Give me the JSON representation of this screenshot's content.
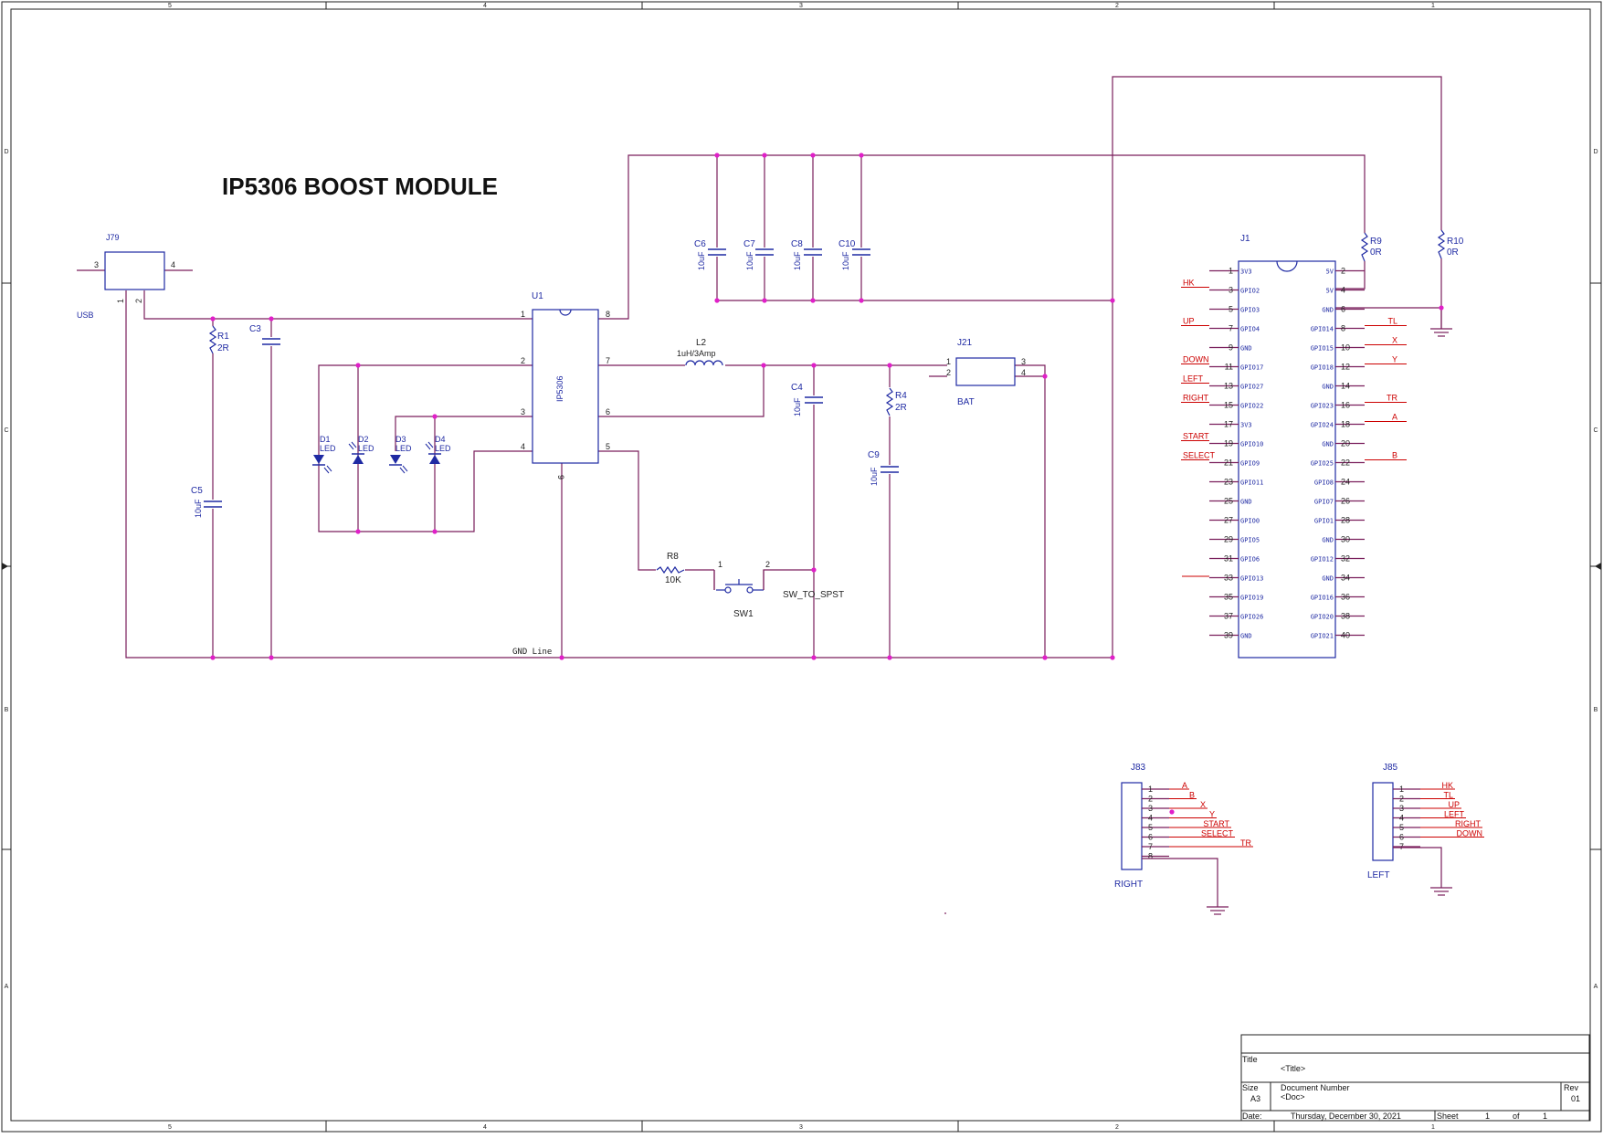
{
  "title": "IP5306 BOOST MODULE",
  "zones": {
    "columns": [
      "5",
      "4",
      "3",
      "2",
      "1"
    ],
    "rows": [
      "D",
      "C",
      "B",
      "A"
    ]
  },
  "colors": {
    "wire": "#7a1f5c",
    "component": "#1f2aa3",
    "net_label": "#cc0000",
    "junction": "#e020c8",
    "frame": "#222222"
  },
  "components": {
    "J79": {
      "ref": "J79",
      "name": "USB",
      "pins": [
        "3",
        "4",
        "1",
        "2"
      ]
    },
    "U1": {
      "ref": "U1",
      "part": "IP5306",
      "pins_left": [
        "1",
        "2",
        "3",
        "4"
      ],
      "pins_right": [
        "8",
        "7",
        "6",
        "5"
      ],
      "pin_bottom": "9"
    },
    "R1": {
      "ref": "R1",
      "value": "2R"
    },
    "C3": {
      "ref": "C3"
    },
    "C5": {
      "ref": "C5",
      "value": "10uF"
    },
    "LEDs": [
      {
        "ref": "D1",
        "value": "LED"
      },
      {
        "ref": "D2",
        "value": "LED"
      },
      {
        "ref": "D3",
        "value": "LED"
      },
      {
        "ref": "D4",
        "value": "LED"
      }
    ],
    "L2": {
      "ref": "L2",
      "value": "1uH/3Amp"
    },
    "C4": {
      "ref": "C4",
      "value": "10uF"
    },
    "R4": {
      "ref": "R4",
      "value": "2R"
    },
    "C9": {
      "ref": "C9",
      "value": "10uF"
    },
    "J21": {
      "ref": "J21",
      "name": "BAT",
      "pins": [
        "1",
        "2",
        "3",
        "4"
      ]
    },
    "R8": {
      "ref": "R8",
      "value": "10K"
    },
    "SW1": {
      "ref": "SW1",
      "value": "SW_TO_SPST",
      "pins": [
        "1",
        "2"
      ]
    },
    "out_caps": [
      {
        "ref": "C6",
        "value": "10uF"
      },
      {
        "ref": "C7",
        "value": "10uF"
      },
      {
        "ref": "C8",
        "value": "10uF"
      },
      {
        "ref": "C10",
        "value": "10uF"
      }
    ],
    "R9": {
      "ref": "R9",
      "value": "0R"
    },
    "R10": {
      "ref": "R10",
      "value": "0R"
    },
    "gnd_line": "GND Line"
  },
  "J1": {
    "ref": "J1",
    "rows": [
      {
        "lp": "1",
        "ll": "3V3",
        "rl": "5V",
        "rp": "2",
        "lnet": "",
        "rnet": ""
      },
      {
        "lp": "3",
        "ll": "GPIO2",
        "rl": "5V",
        "rp": "4",
        "lnet": "HK",
        "rnet": ""
      },
      {
        "lp": "5",
        "ll": "GPIO3",
        "rl": "GND",
        "rp": "6",
        "lnet": "",
        "rnet": ""
      },
      {
        "lp": "7",
        "ll": "GPIO4",
        "rl": "GPIO14",
        "rp": "8",
        "lnet": "UP",
        "rnet": "TL"
      },
      {
        "lp": "9",
        "ll": "GND",
        "rl": "GPIO15",
        "rp": "10",
        "lnet": "",
        "rnet": "X"
      },
      {
        "lp": "11",
        "ll": "GPIO17",
        "rl": "GPIO18",
        "rp": "12",
        "lnet": "DOWN",
        "rnet": "Y"
      },
      {
        "lp": "13",
        "ll": "GPIO27",
        "rl": "GND",
        "rp": "14",
        "lnet": "LEFT",
        "rnet": ""
      },
      {
        "lp": "15",
        "ll": "GPIO22",
        "rl": "GPIO23",
        "rp": "16",
        "lnet": "RIGHT",
        "rnet": "TR"
      },
      {
        "lp": "17",
        "ll": "3V3",
        "rl": "GPIO24",
        "rp": "18",
        "lnet": "",
        "rnet": "A"
      },
      {
        "lp": "19",
        "ll": "GPIO10",
        "rl": "GND",
        "rp": "20",
        "lnet": "START",
        "rnet": ""
      },
      {
        "lp": "21",
        "ll": "GPIO9",
        "rl": "GPIO25",
        "rp": "22",
        "lnet": "SELECT",
        "rnet": "B"
      },
      {
        "lp": "23",
        "ll": "GPIO11",
        "rl": "GPIO8",
        "rp": "24",
        "lnet": "",
        "rnet": ""
      },
      {
        "lp": "25",
        "ll": "GND",
        "rl": "GPIO7",
        "rp": "26",
        "lnet": "",
        "rnet": ""
      },
      {
        "lp": "27",
        "ll": "GPIO0",
        "rl": "GPIO1",
        "rp": "28",
        "lnet": "",
        "rnet": ""
      },
      {
        "lp": "29",
        "ll": "GPIO5",
        "rl": "GND",
        "rp": "30",
        "lnet": "",
        "rnet": ""
      },
      {
        "lp": "31",
        "ll": "GPIO6",
        "rl": "GPIO12",
        "rp": "32",
        "lnet": "",
        "rnet": ""
      },
      {
        "lp": "33",
        "ll": "GPIO13",
        "rl": "GND",
        "rp": "34",
        "lnet": "",
        "rnet": ""
      },
      {
        "lp": "35",
        "ll": "GPIO19",
        "rl": "GPIO16",
        "rp": "36",
        "lnet": "",
        "rnet": ""
      },
      {
        "lp": "37",
        "ll": "GPIO26",
        "rl": "GPIO20",
        "rp": "38",
        "lnet": "",
        "rnet": ""
      },
      {
        "lp": "39",
        "ll": "GND",
        "rl": "GPIO21",
        "rp": "40",
        "lnet": "",
        "rnet": ""
      }
    ]
  },
  "J83": {
    "ref": "J83",
    "name": "RIGHT",
    "pins": [
      {
        "pin": "1",
        "net": "A"
      },
      {
        "pin": "2",
        "net": "B"
      },
      {
        "pin": "3",
        "net": "X"
      },
      {
        "pin": "4",
        "net": "Y"
      },
      {
        "pin": "5",
        "net": "START"
      },
      {
        "pin": "6",
        "net": "SELECT"
      },
      {
        "pin": "7",
        "net": "TR"
      },
      {
        "pin": "8",
        "net": ""
      }
    ]
  },
  "J85": {
    "ref": "J85",
    "name": "LEFT",
    "pins": [
      {
        "pin": "1",
        "net": "HK"
      },
      {
        "pin": "2",
        "net": "TL"
      },
      {
        "pin": "3",
        "net": "UP"
      },
      {
        "pin": "4",
        "net": "LEFT"
      },
      {
        "pin": "5",
        "net": "RIGHT"
      },
      {
        "pin": "6",
        "net": "DOWN"
      },
      {
        "pin": "7",
        "net": ""
      }
    ]
  },
  "title_block": {
    "title_label": "Title",
    "title_value": "<Title>",
    "size_label": "Size",
    "size_value": "A3",
    "docnum_label": "Document Number",
    "docnum_value": "<Doc>",
    "rev_label": "Rev",
    "rev_value": "01",
    "date_label": "Date:",
    "date_value": "Thursday, December 30, 2021",
    "sheet_label": "Sheet",
    "sheet_num": "1",
    "of_label": "of",
    "sheet_total": "1"
  }
}
